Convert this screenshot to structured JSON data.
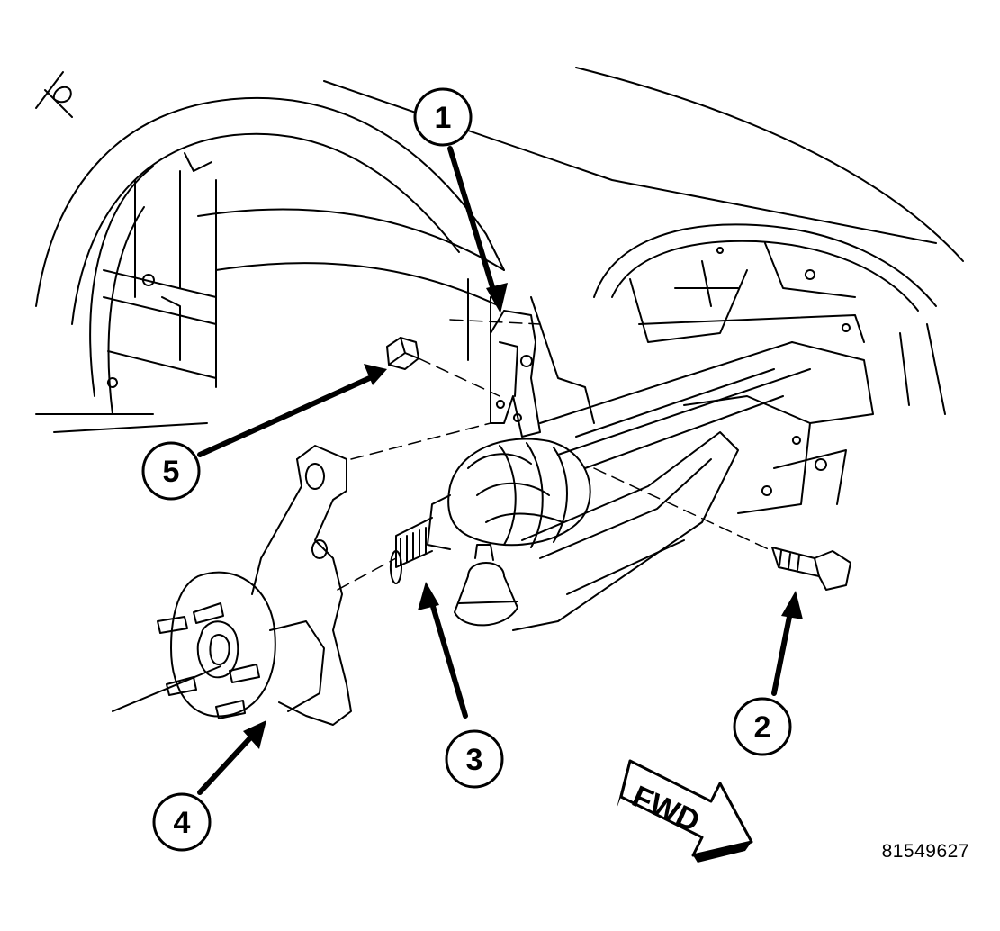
{
  "callouts": [
    {
      "id": "1",
      "label": "1"
    },
    {
      "id": "2",
      "label": "2"
    },
    {
      "id": "3",
      "label": "3"
    },
    {
      "id": "4",
      "label": "4"
    },
    {
      "id": "5",
      "label": "5"
    }
  ],
  "direction_label": "FWD",
  "reference_number": "81549627"
}
